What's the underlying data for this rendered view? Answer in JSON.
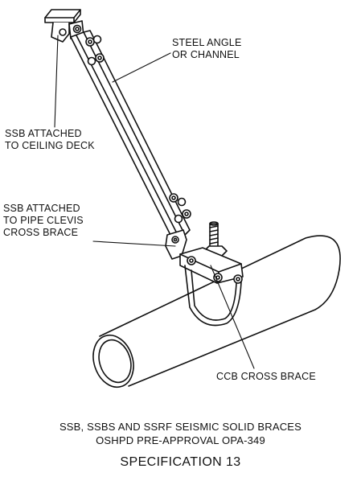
{
  "callouts": {
    "steel_angle": [
      "STEEL ANGLE",
      "OR CHANNEL"
    ],
    "ceiling_deck": [
      "SSB ATTACHED",
      "TO CEILING DECK"
    ],
    "pipe_clevis": [
      "SSB ATTACHED",
      "TO PIPE CLEVIS",
      "CROSS BRACE"
    ],
    "ccb": "CCB CROSS BRACE"
  },
  "caption": {
    "line1": "SSB, SSBS AND SSRF SEISMIC SOLID BRACES",
    "line2": "OSHPD PRE-APPROVAL OPA-349",
    "title": "SPECIFICATION 13"
  }
}
